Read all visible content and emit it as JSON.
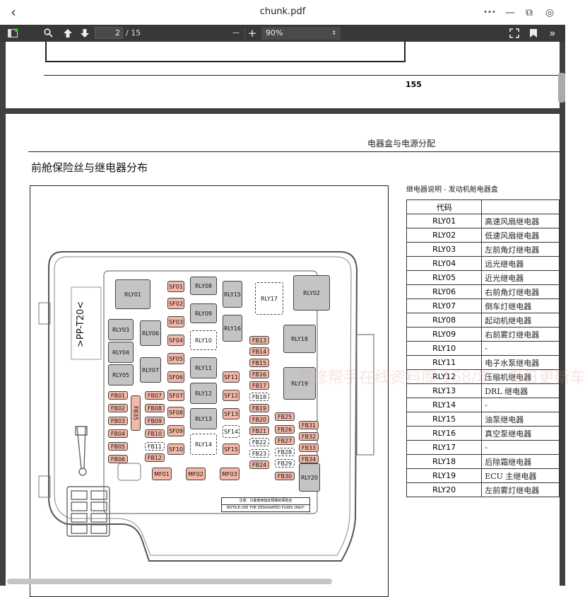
{
  "browser": {
    "title": "chunk.pdf",
    "back_icon": "‹",
    "more_icon": "•••",
    "min_icon": "—",
    "restore_icon": "⧉",
    "target_icon": "◎"
  },
  "toolbar": {
    "page_current": "2",
    "page_total": "/ 15",
    "zoom": "90%",
    "minus": "—",
    "plus": "+"
  },
  "prev_page": {
    "page_number": "155"
  },
  "page": {
    "header": "电器盒与电源分配",
    "section_title": "前舱保险丝与继电器分布",
    "connector_label": ">PP-T20<",
    "notice_cn": "注意：只能使用指定规格的保险丝",
    "notice_en": "NOTICE:USE THE DESIGNATED FUSES ONLY!",
    "watermark": "汽修帮手在线资料库 168/年，每日更新车"
  },
  "relay_table": {
    "caption": "继电器说明 - 发动机舱电器盒",
    "header": "代码",
    "rows": [
      {
        "code": "RLY01",
        "desc": "高速风扇继电器"
      },
      {
        "code": "RLY02",
        "desc": "低速风扇继电器"
      },
      {
        "code": "RLY03",
        "desc": "左前角灯继电器"
      },
      {
        "code": "RLY04",
        "desc": "远光继电器"
      },
      {
        "code": "RLY05",
        "desc": "近光继电器"
      },
      {
        "code": "RLY06",
        "desc": "右前角灯继电器"
      },
      {
        "code": "RLY07",
        "desc": "倒车灯继电器"
      },
      {
        "code": "RLY08",
        "desc": "起动机继电器"
      },
      {
        "code": "RLY09",
        "desc": "右前雾灯继电器"
      },
      {
        "code": "RLY10",
        "desc": "-"
      },
      {
        "code": "RLY11",
        "desc": "电子水泵继电器"
      },
      {
        "code": "RLY12",
        "desc": "压缩机继电器"
      },
      {
        "code": "RLY13",
        "desc": "DRL 继电器"
      },
      {
        "code": "RLY14",
        "desc": "-"
      },
      {
        "code": "RLY15",
        "desc": "油泵继电器"
      },
      {
        "code": "RLY16",
        "desc": "真空泵继电器"
      },
      {
        "code": "RLY17",
        "desc": "-"
      },
      {
        "code": "RLY18",
        "desc": "后除霜继电器"
      },
      {
        "code": "RLY19",
        "desc": "ECU 主继电器"
      },
      {
        "code": "RLY20",
        "desc": "左前雾灯继电器"
      }
    ]
  },
  "fusebox": {
    "relays": [
      "RLY01",
      "RLY02",
      "RLY03",
      "RLY04",
      "RLY05",
      "RLY06",
      "RLY07",
      "RLY08",
      "RLY09",
      "RLY10",
      "RLY11",
      "RLY12",
      "RLY13",
      "RLY14",
      "RLY15",
      "RLY16",
      "RLY17",
      "RLY18",
      "RLY19",
      "RLY20"
    ],
    "fuses": [
      "SF01",
      "SF02",
      "SF03",
      "SF04",
      "SF05",
      "SF06",
      "SF07",
      "SF08",
      "SF09",
      "SF10",
      "SF11",
      "SF12",
      "SF13",
      "SF14",
      "SF15",
      "FB01",
      "FB02",
      "FB03",
      "FB04",
      "FB05",
      "FB06",
      "FB07",
      "FB08",
      "FB09",
      "FB10",
      "FB11",
      "FB12",
      "FB13",
      "FB14",
      "FB15",
      "FB16",
      "FB17",
      "FB18",
      "FB19",
      "FB20",
      "FB21",
      "FB22",
      "FB23",
      "FB24",
      "FB25",
      "FB26",
      "FB27",
      "FB28",
      "FB29",
      "FB30",
      "FB31",
      "FB32",
      "FB33",
      "FB34",
      "FB35",
      "MF01",
      "MF02",
      "MF03"
    ]
  }
}
